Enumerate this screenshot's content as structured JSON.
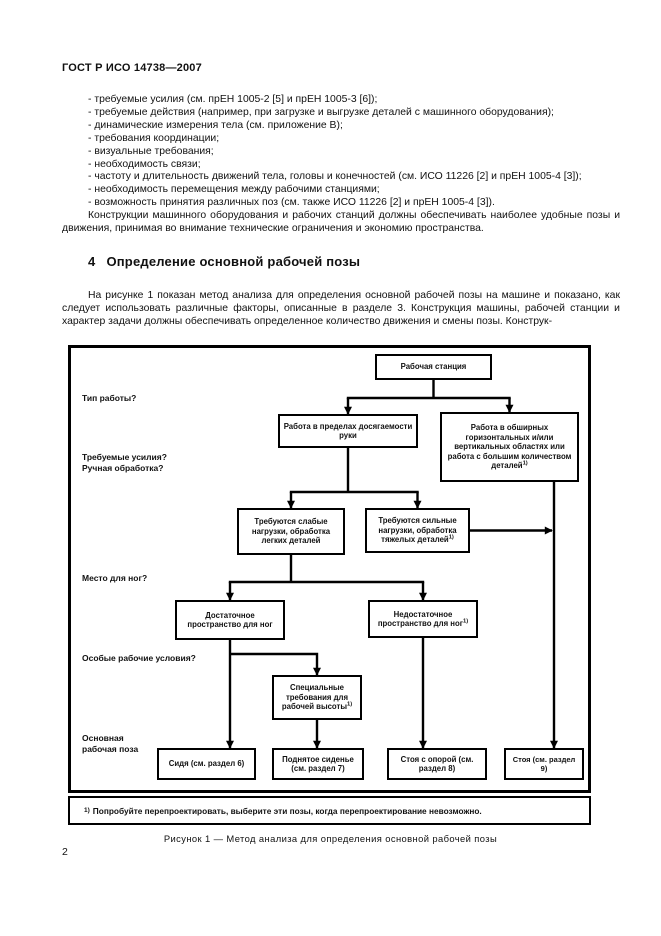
{
  "page": {
    "header": "ГОСТ Р ИСО 14738—2007",
    "page_number": "2"
  },
  "list": {
    "items": [
      "- требуемые усилия (см. прЕН 1005-2 [5] и прЕН 1005-3 [6]);",
      "- требуемые действия (например, при загрузке и выгрузке деталей с машинного оборудования);",
      "- динамические измерения тела (см. приложение В);",
      "- требования координации;",
      "- визуальные требования;",
      "- необходимость связи;",
      "- частоту и длительность движений тела, головы и конечностей (см. ИСО 11226 [2] и прЕН 1005-4 [3]);",
      "- необходимость перемещения между рабочими станциями;",
      "- возможность принятия различных поз (см. также ИСО 11226 [2] и прЕН 1005-4 [3])."
    ]
  },
  "paragraphs": {
    "p1": "Конструкции машинного оборудования и рабочих станций должны обеспечивать наиболее удобные позы и движения, принимая во внимание технические ограничения и экономию пространства.",
    "p2": "На рисунке 1 показан метод анализа для определения основной рабочей позы на машине и показано, как следует использовать различные факторы, описанные в разделе 3. Конструкция машины, рабочей станции и характер задачи должны обеспечивать определенное количество движения и смены позы. Конструк-"
  },
  "section": {
    "number": "4",
    "title": "Определение основной рабочей позы"
  },
  "figure": {
    "caption": "Рисунок 1 — Метод анализа для определения основной рабочей позы",
    "footnote_marker": "1)",
    "footnote": "Попробуйте перепроектировать, выберите эти позы, когда перепроектирование невозможно.",
    "row_labels": {
      "type_of_work": "Тип работы?",
      "forces": "Требуемые усилия?\nРучная обработка?",
      "legroom": "Место для ног?",
      "special": "Особые рабочие условия?",
      "posture": "Основная\nрабочая поза"
    },
    "nodes": {
      "station": {
        "text": "Рабочая станция"
      },
      "reach": {
        "text": "Работа в пределах досягаемости руки"
      },
      "extensive": {
        "text": "Работа в обширных горизонтальных и/или вертикальных областях или работа с большим количеством деталей",
        "sup": "1)"
      },
      "light": {
        "text": "Требуются слабые нагрузки, обработка легких деталей"
      },
      "heavy": {
        "text": "Требуются сильные нагрузки, обработка тяжелых деталей",
        "sup": "1)"
      },
      "legroom_ok": {
        "text": "Достаточное пространство для ног"
      },
      "legroom_not": {
        "text": "Недостаточное пространство для ног",
        "sup": "1)"
      },
      "special": {
        "text": "Специальные требования для рабочей высоты",
        "sup": "1)"
      },
      "sitting": {
        "text": "Сидя (см. раздел 6)"
      },
      "raised_sitting": {
        "text": "Поднятое сиденье (см. раздел 7)"
      },
      "standing_support": {
        "text": "Стоя с опорой (см. раздел 8)"
      },
      "standing": {
        "text": "Стоя (см. раздел 9)"
      }
    },
    "edges": [
      {
        "from": "station",
        "to": "reach"
      },
      {
        "from": "station",
        "to": "extensive"
      },
      {
        "from": "reach",
        "to": "light"
      },
      {
        "from": "reach",
        "to": "heavy"
      },
      {
        "from": "heavy",
        "to": "standing"
      },
      {
        "from": "extensive",
        "to": "standing"
      },
      {
        "from": "light",
        "to": "legroom_ok"
      },
      {
        "from": "light",
        "to": "legroom_not"
      },
      {
        "from": "legroom_ok",
        "to": "sitting"
      },
      {
        "from": "legroom_ok",
        "to": "special"
      },
      {
        "from": "special",
        "to": "raised_sitting"
      },
      {
        "from": "legroom_not",
        "to": "standing_support"
      }
    ]
  }
}
